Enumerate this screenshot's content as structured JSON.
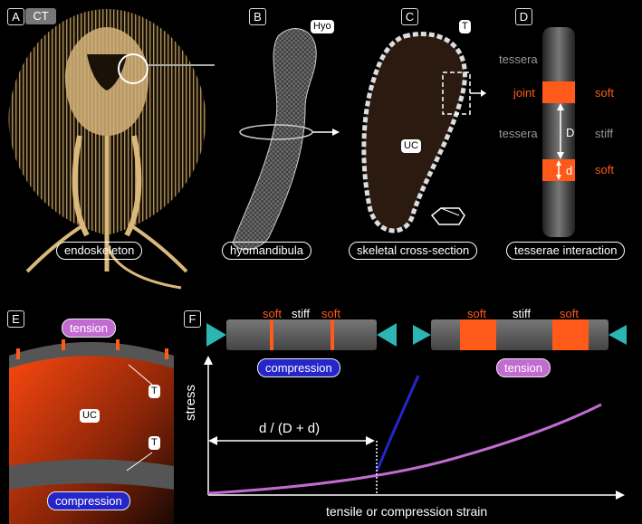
{
  "colors": {
    "soft": "#ff5a1a",
    "tension": "#c26bd1",
    "compression": "#2525c9",
    "bone": "#d9b87a",
    "tessera_gray": "#8a8a8a",
    "teal": "#2bb5b5"
  },
  "panels": {
    "A": {
      "label": "A",
      "ct_label": "CT",
      "caption": "endoskeleton"
    },
    "B": {
      "label": "B",
      "tag": "Hyo",
      "caption": "hyomandibula"
    },
    "C": {
      "label": "C",
      "tag_t": "T",
      "tag_uc": "UC",
      "caption": "skeletal cross-section"
    },
    "D": {
      "label": "D",
      "caption": "tesserae interaction",
      "left_labels": [
        "tessera",
        "joint",
        "tessera"
      ],
      "right_labels": [
        "soft",
        "stiff",
        "soft"
      ],
      "dim_D": "D",
      "dim_d": "d"
    },
    "E": {
      "label": "E",
      "tension": "tension",
      "compression": "compression",
      "uc": "UC",
      "t1": "T",
      "t2": "T"
    },
    "F": {
      "label": "F",
      "left_bar": {
        "soft1": "soft",
        "stiff": "stiff",
        "soft2": "soft",
        "caption": "compression"
      },
      "right_bar": {
        "soft1": "soft",
        "stiff": "stiff",
        "soft2": "soft",
        "caption": "tension"
      },
      "graph": {
        "ylabel": "stress",
        "xlabel": "tensile or compression strain",
        "annotation": "d / (D + d)"
      }
    }
  }
}
